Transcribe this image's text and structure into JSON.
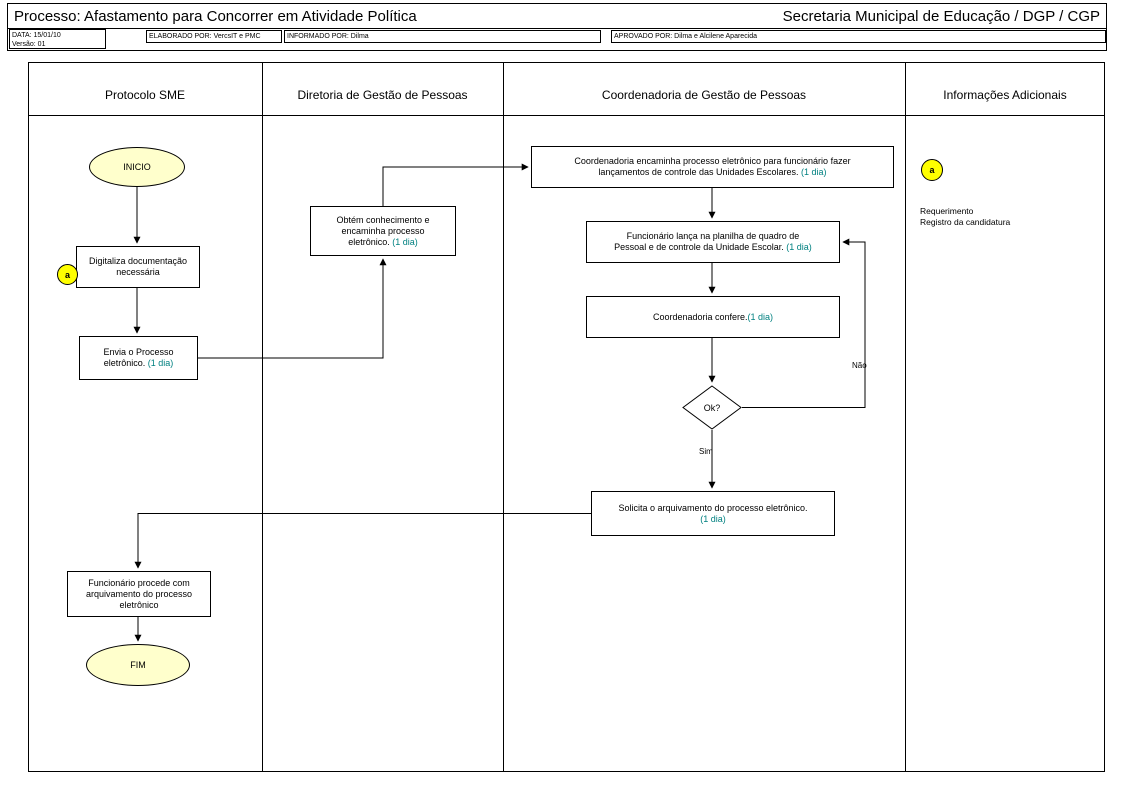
{
  "header": {
    "title": "Processo: Afastamento para Concorrer em Atividade Política",
    "org": "Secretaria Municipal de Educação  / DGP / CGP"
  },
  "meta": {
    "date": "DATA: 15/01/10",
    "version": "Versão: 01",
    "elaborated_by": "ELABORADO POR: VercsIT e PMC",
    "informed_by": "INFORMADO POR: Dilma",
    "approved_by": "APROVADO POR: Dilma e Alcilene Aparecida"
  },
  "lanes": [
    {
      "label": "Protocolo SME"
    },
    {
      "label": "Diretoria de Gestão de Pessoas"
    },
    {
      "label": "Coordenadoria de Gestão de Pessoas"
    },
    {
      "label": "Informações Adicionais"
    }
  ],
  "nodes": {
    "inicio": {
      "label": "INICIO"
    },
    "digitaliza": {
      "label": "Digitaliza documentação\nnecessária",
      "marker": "a"
    },
    "envia": {
      "label": "Envia o Processo\neletrônico.",
      "duration": "(1 dia)"
    },
    "obtem": {
      "label": "Obtém conhecimento e\nencaminha processo\neletrônico.",
      "duration": "(1 dia)"
    },
    "coordenadoria_encaminha": {
      "label": "Coordenadoria encaminha processo eletrônico para funcionário fazer\nlançamentos de controle das Unidades Escolares.",
      "duration": "(1 dia)"
    },
    "funcionario_lanca": {
      "label": "Funcionário lança na planilha de quadro de\nPessoal e de controle da Unidade Escolar.",
      "duration": "(1 dia)"
    },
    "coordenadoria_confere": {
      "label": "Coordenadoria confere.",
      "duration": "(1 dia)"
    },
    "decisao_ok": {
      "label": "Ok?",
      "no_label": "Não",
      "yes_label": "Sim"
    },
    "solicita_arquivamento": {
      "label": "Solicita o arquivamento do processo eletrônico.\n",
      "duration": "(1 dia)"
    },
    "funcionario_procede": {
      "label": "Funcionário procede com\narquivamento do processo\neletrônico"
    },
    "fim": {
      "label": "FIM"
    }
  },
  "annotations": {
    "marker_a": "a",
    "items": [
      "Requerimento",
      "Registro da candidatura"
    ]
  },
  "colors": {
    "marker_yellow": "#ffff00",
    "terminator_fill": "#ffffcc",
    "duration_color": "#008080"
  }
}
